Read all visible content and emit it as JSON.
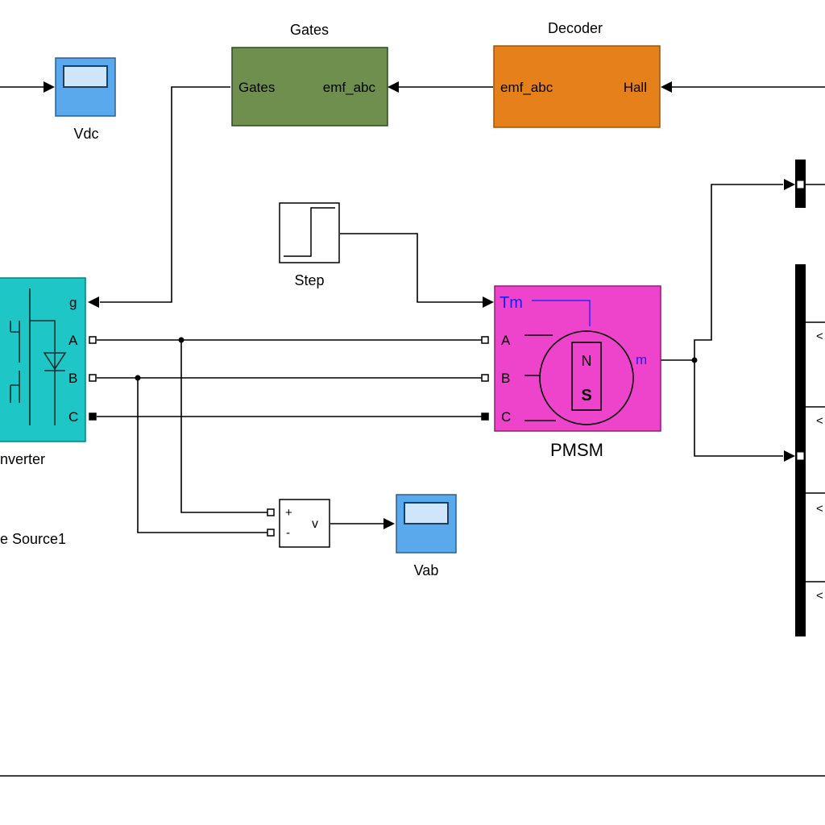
{
  "blocks": {
    "gates": {
      "title": "Gates",
      "port_out": "Gates",
      "port_in": "emf_abc",
      "color": "#6f8f4f"
    },
    "decoder": {
      "title": "Decoder",
      "port_out": "emf_abc",
      "port_in": "Hall",
      "color": "#e5801a"
    },
    "vdc_scope": {
      "label": "Vdc",
      "color": "#59a9ec"
    },
    "vab_scope": {
      "label": "Vab",
      "color": "#59a9ec"
    },
    "step": {
      "label": "Step"
    },
    "inverter": {
      "label": "nverter",
      "ports": [
        "g",
        "A",
        "B",
        "C"
      ],
      "color": "#1ec6c6"
    },
    "source": {
      "label": "e Source1"
    },
    "pmsm": {
      "label": "PMSM",
      "port_tm": "Tm",
      "ports": [
        "A",
        "B",
        "C"
      ],
      "port_m": "m",
      "pole_n": "N",
      "pole_s": "S",
      "color": "#ee44cc"
    },
    "voltmeter": {
      "plus": "+",
      "minus": "-",
      "out": "v"
    },
    "bus_selector": {
      "outputs": [
        "<",
        "<",
        "<",
        "<"
      ]
    }
  }
}
